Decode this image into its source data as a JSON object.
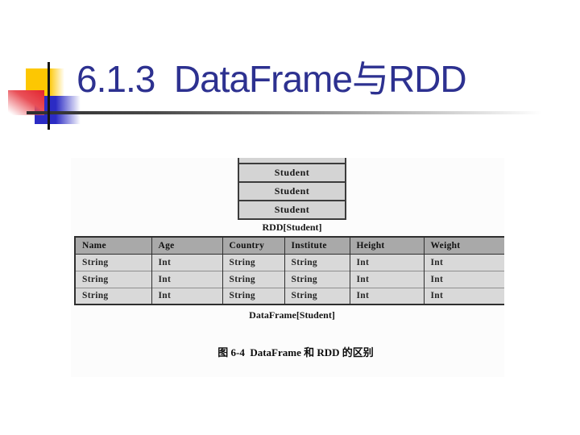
{
  "slide": {
    "title": "6.1.3  DataFrame与RDD"
  },
  "figure": {
    "rdd_boxes": [
      "Student",
      "Student",
      "Student"
    ],
    "rdd_label": "RDD[Student]",
    "table": {
      "headers": [
        "Name",
        "Age",
        "Country",
        "Institute",
        "Height",
        "Weight"
      ],
      "rows": [
        [
          "String",
          "Int",
          "String",
          "String",
          "Int",
          "Int"
        ],
        [
          "String",
          "Int",
          "String",
          "String",
          "Int",
          "Int"
        ],
        [
          "String",
          "Int",
          "String",
          "String",
          "Int",
          "Int"
        ]
      ]
    },
    "dataframe_label": "DataFrame[Student]",
    "caption": "图 6-4  DataFrame 和 RDD 的区别"
  },
  "colors": {
    "title_text": "#2d3190",
    "table_header_bg": "#a9a9a9",
    "table_row_bg": "#d9d9d9",
    "student_box_bg": "#d4d4d4",
    "accent_yellow": "#fdc702",
    "accent_red": "#e3242e",
    "accent_blue": "#2b2bc4",
    "crosshair_line": "#151515"
  }
}
